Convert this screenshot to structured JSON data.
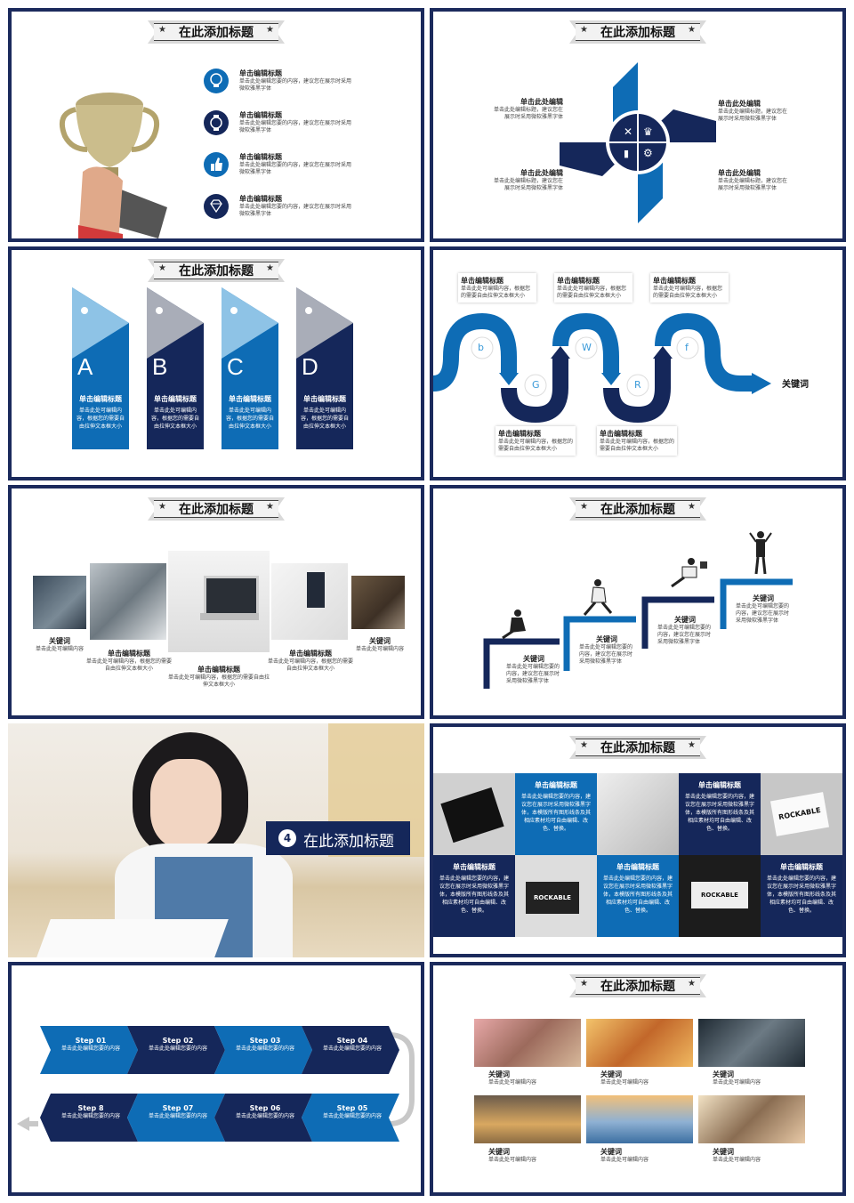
{
  "common": {
    "slide_title": "在此添加标题",
    "star": "★"
  },
  "s1": {
    "items": [
      {
        "title": "单击编辑标题",
        "body": "单击此处编辑您要的内容，建议您在展示时采用微软雅黑字体",
        "icon": "lightbulb-icon"
      },
      {
        "title": "单击编辑标题",
        "body": "单击此处编辑您要的内容，建议您在展示时采用微软雅黑字体",
        "icon": "watch-icon"
      },
      {
        "title": "单击编辑标题",
        "body": "单击此处编辑您要的内容，建议您在展示时采用微软雅黑字体",
        "icon": "thumbs-up-icon"
      },
      {
        "title": "单击编辑标题",
        "body": "单击此处编辑您要的内容，建议您在展示时采用微软雅黑字体",
        "icon": "diamond-icon"
      }
    ]
  },
  "s2": {
    "items": [
      {
        "title": "单击此处编辑",
        "body": "单击此处编辑标题，建议您在展示时采用微软雅黑字体"
      },
      {
        "title": "单击此处编辑",
        "body": "单击此处编辑标题，建议您在展示时采用微软雅黑字体"
      },
      {
        "title": "单击此处编辑",
        "body": "单击此处编辑标题，建议您在展示时采用微软雅黑字体"
      },
      {
        "title": "单击此处编辑",
        "body": "单击此处编辑标题，建议您在展示时采用微软雅黑字体"
      }
    ],
    "center_icons": [
      "tools-icon",
      "crown-icon",
      "chart-icon",
      "gears-icon"
    ]
  },
  "s3": {
    "items": [
      {
        "letter": "A",
        "title": "单击编辑标题",
        "body": "单击此处可编辑内容，根据您的需要自由拉伸文本框大小"
      },
      {
        "letter": "B",
        "title": "单击编辑标题",
        "body": "单击此处可编辑内容，根据您的需要自由拉伸文本框大小"
      },
      {
        "letter": "C",
        "title": "单击编辑标题",
        "body": "单击此处可编辑内容，根据您的需要自由拉伸文本框大小"
      },
      {
        "letter": "D",
        "title": "单击编辑标题",
        "body": "单击此处可编辑内容，根据您的需要自由拉伸文本框大小"
      }
    ]
  },
  "s4": {
    "top": [
      {
        "title": "单击编辑标题",
        "body": "单击此处可编辑内容，根据您的需要自由拉伸文本框大小"
      },
      {
        "title": "单击编辑标题",
        "body": "单击此处可编辑内容，根据您的需要自由拉伸文本框大小"
      },
      {
        "title": "单击编辑标题",
        "body": "单击此处可编辑内容，根据您的需要自由拉伸文本框大小"
      }
    ],
    "bottom": [
      {
        "title": "单击编辑标题",
        "body": "单击此处可编辑内容，根据您的需要自由拉伸文本框大小"
      },
      {
        "title": "单击编辑标题",
        "body": "单击此处可编辑内容，根据您的需要自由拉伸文本框大小"
      }
    ],
    "letters": [
      "b",
      "G",
      "W",
      "R",
      "f"
    ],
    "keyword": "关键词"
  },
  "s5": {
    "left": {
      "title": "关键词",
      "body": "单击此处可编辑内容"
    },
    "mid_left": {
      "title": "单击编辑标题",
      "body": "单击此处可编辑内容，根据您的需要自由拉伸文本框大小"
    },
    "center": {
      "title": "单击编辑标题",
      "body": "单击此处可编辑内容，根据您的需要自由拉伸文本框大小"
    },
    "mid_right": {
      "title": "单击编辑标题",
      "body": "单击此处可编辑内容，根据您的需要自由拉伸文本框大小"
    },
    "right": {
      "title": "关键词",
      "body": "单击此处可编辑内容"
    }
  },
  "s6": {
    "steps": [
      {
        "title": "关键词",
        "body": "单击此处可编辑您要的内容，建议您在展示时采用微软雅黑字体"
      },
      {
        "title": "关键词",
        "body": "单击此处可编辑您要的内容，建议您在展示时采用微软雅黑字体"
      },
      {
        "title": "关键词",
        "body": "单击此处可编辑您要的内容，建议您在展示时采用微软雅黑字体"
      },
      {
        "title": "关键词",
        "body": "单击此处可编辑您要的内容，建议您在展示时采用微软雅黑字体"
      }
    ]
  },
  "s7": {
    "number": "4",
    "title": "在此添加标题"
  },
  "s8": {
    "cells": [
      {
        "title": "单击编辑标题",
        "body": "单击此处编辑您要的内容，建议您在展示时采用微软雅黑字体，本模版所有图形线条及其相应素材均可自由编辑、改色、替换。"
      },
      {
        "title": "单击编辑标题",
        "body": "单击此处编辑您要的内容，建议您在展示时采用微软雅黑字体，本模版所有图形线条及其相应素材均可自由编辑、改色、替换。"
      },
      {
        "title": "单击编辑标题",
        "body": "单击此处编辑您要的内容，建议您在展示时采用微软雅黑字体，本模版所有图形线条及其相应素材均可自由编辑、改色、替换。"
      },
      {
        "title": "单击编辑标题",
        "body": "单击此处编辑您要的内容，建议您在展示时采用微软雅黑字体，本模版所有图形线条及其相应素材均可自由编辑、改色、替换。"
      },
      {
        "title": "单击编辑标题",
        "body": "单击此处编辑您要的内容，建议您在展示时采用微软雅黑字体，本模版所有图形线条及其相应素材均可自由编辑、改色、替换。"
      }
    ],
    "brand": "ROCKABLE"
  },
  "s9": {
    "steps": [
      {
        "title": "Step 01",
        "body": "单击此处编辑您要的内容"
      },
      {
        "title": "Step 02",
        "body": "单击此处编辑您要的内容"
      },
      {
        "title": "Step 03",
        "body": "单击此处编辑您要的内容"
      },
      {
        "title": "Step 04",
        "body": "单击此处编辑您要的内容"
      },
      {
        "title": "Step 05",
        "body": "单击此处编辑您要的内容"
      },
      {
        "title": "Step 06",
        "body": "单击此处编辑您要的内容"
      },
      {
        "title": "Step 07",
        "body": "单击此处编辑您要的内容"
      },
      {
        "title": "Step 8",
        "body": "单击此处编辑您要的内容"
      }
    ]
  },
  "s10": {
    "items": [
      {
        "title": "关键词",
        "body": "单击此处可编辑内容"
      },
      {
        "title": "关键词",
        "body": "单击此处可编辑内容"
      },
      {
        "title": "关键词",
        "body": "单击此处可编辑内容"
      },
      {
        "title": "关键词",
        "body": "单击此处可编辑内容"
      },
      {
        "title": "关键词",
        "body": "单击此处可编辑内容"
      },
      {
        "title": "关键词",
        "body": "单击此处可编辑内容"
      }
    ]
  },
  "colors": {
    "navy": "#15275a",
    "blue": "#0e6cb5",
    "light_blue": "#8ec3e6",
    "grey": "#a9adb8"
  }
}
